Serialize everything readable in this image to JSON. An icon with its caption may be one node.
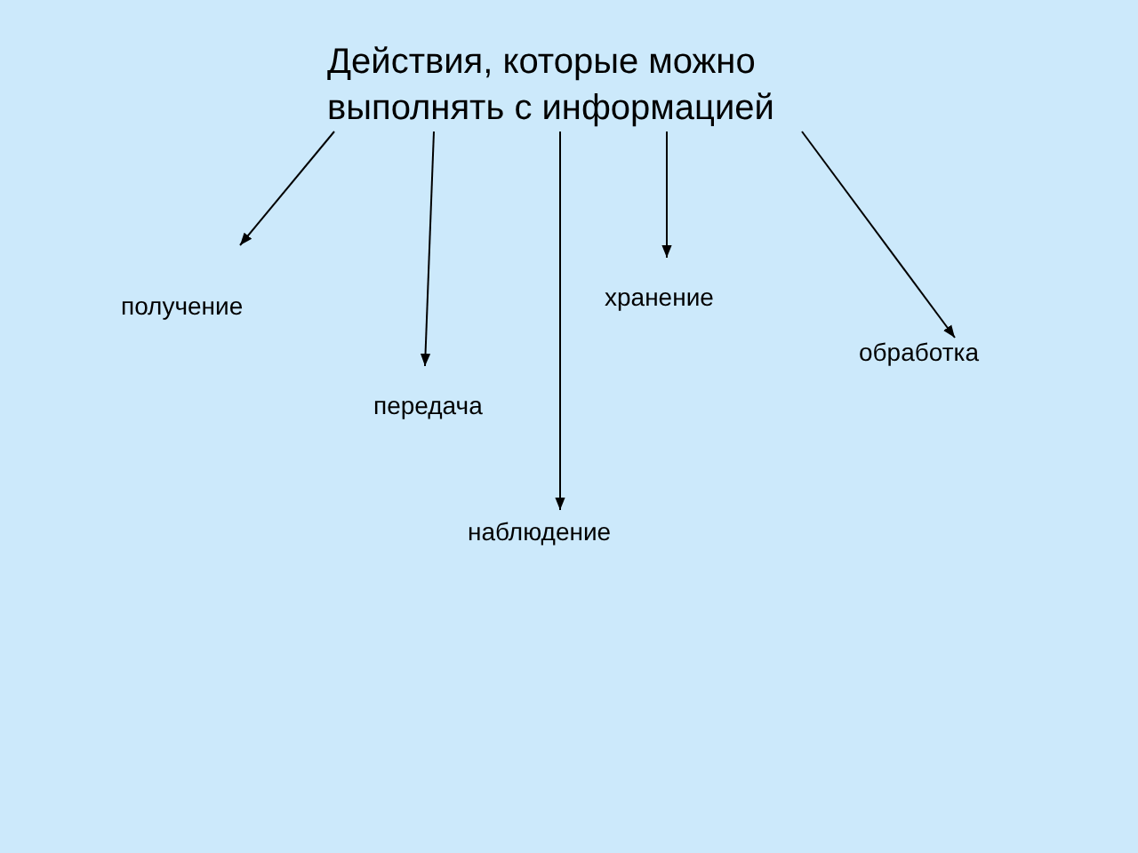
{
  "diagram": {
    "nodes": [
      {
        "text": [
          "Действия, которые можно выполнять с информацией"
        ]
      },
      {
        "text": [
          "хранение"
        ]
      },
      {
        "text": [
          "получение"
        ]
      },
      {
        "text": [
          "обработка"
        ]
      },
      {
        "text": [
          "передача"
        ]
      },
      {
        "text": [
          "наблюдение"
        ]
      }
    ],
    "edges": [
      {
        "from": 0,
        "to": 2,
        "arrow": "to"
      },
      {
        "from": 0,
        "to": 4,
        "arrow": "to"
      },
      {
        "from": 0,
        "to": 5,
        "arrow": "to"
      },
      {
        "from": 0,
        "to": 1,
        "arrow": "to"
      },
      {
        "from": 0,
        "to": 3,
        "arrow": "to"
      }
    ]
  }
}
